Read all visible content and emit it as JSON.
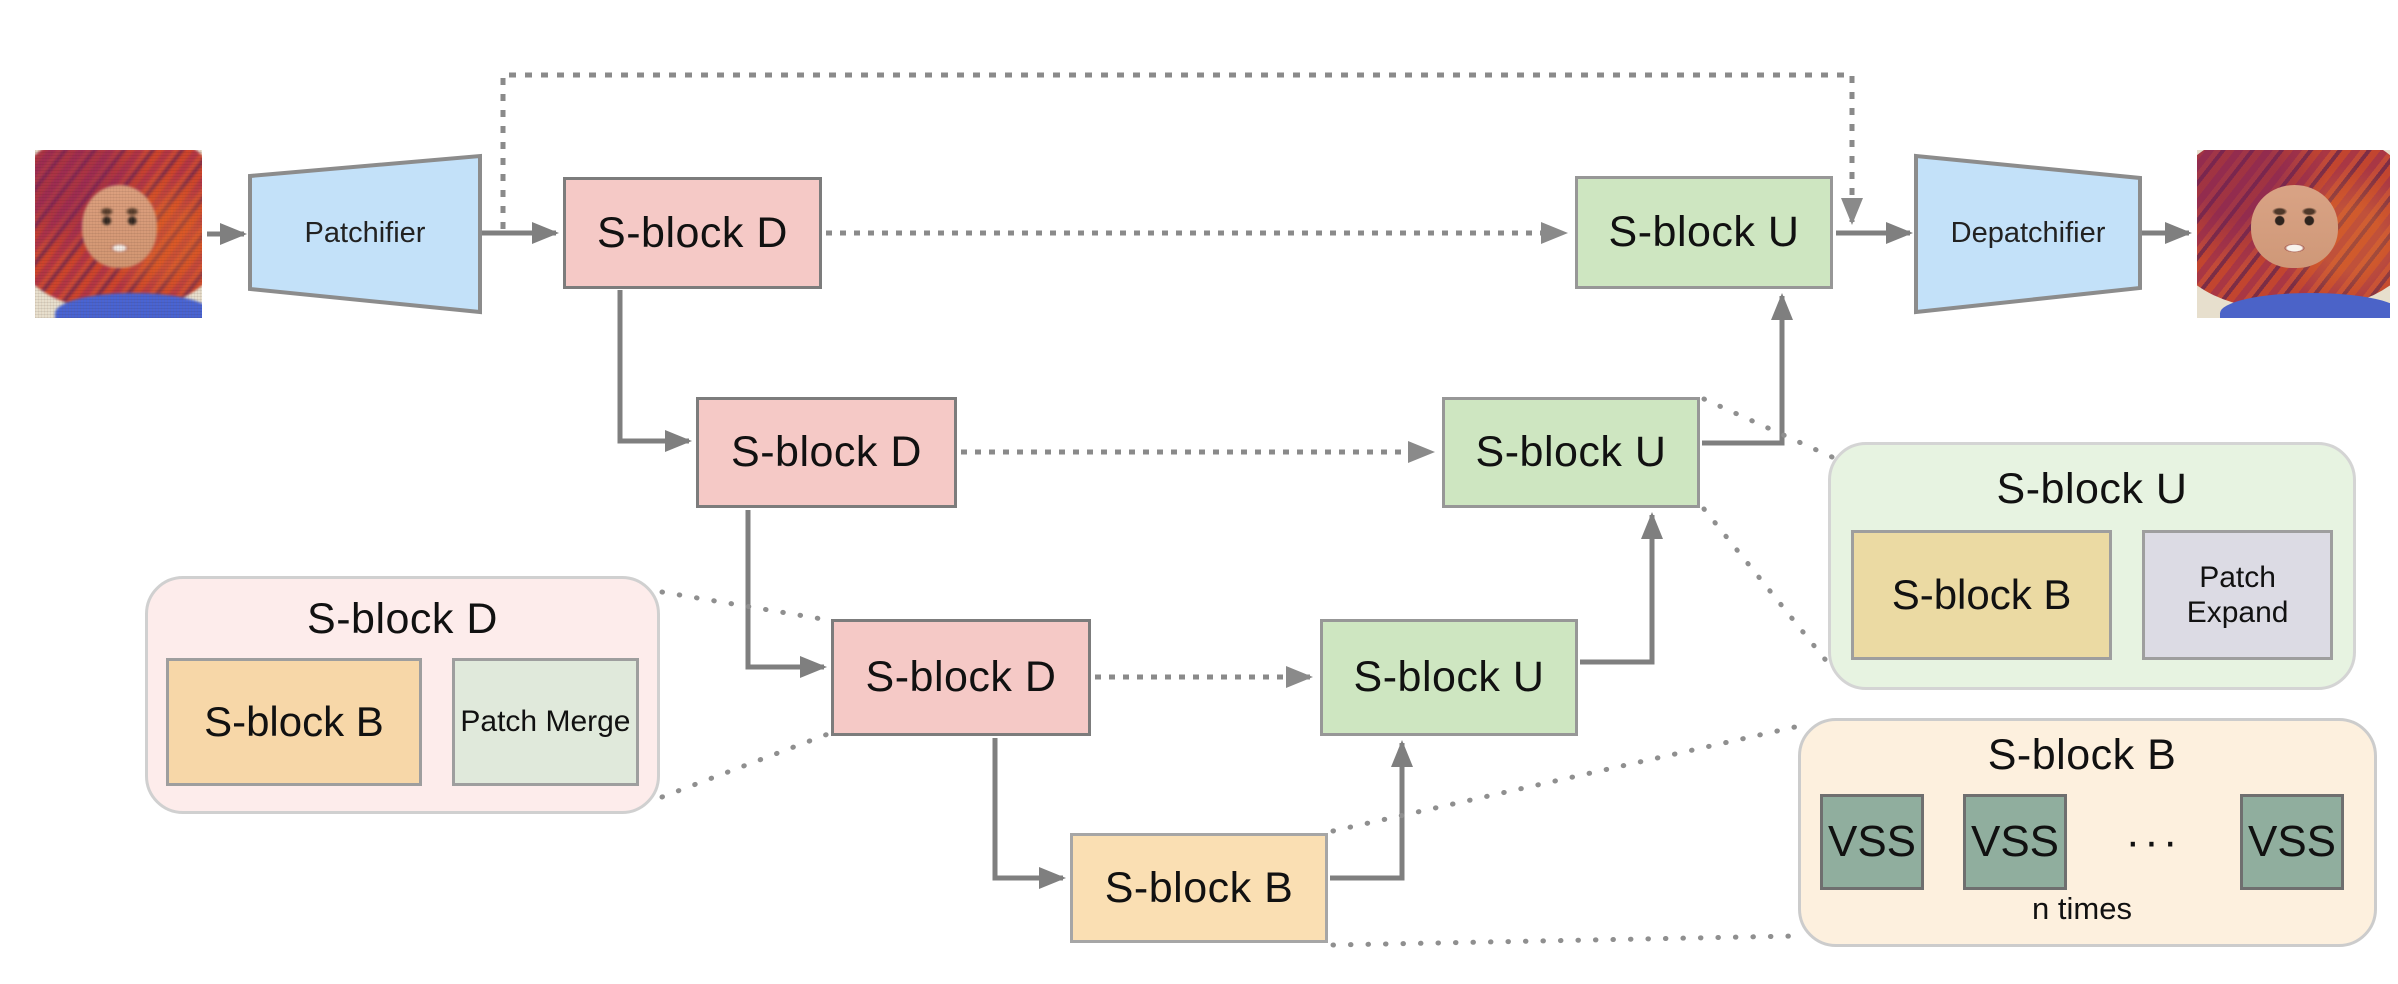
{
  "blocks": {
    "patchifier": "Patchifier",
    "depatchifier": "Depatchifier",
    "encoder_d1": "S-block D",
    "encoder_d2": "S-block D",
    "encoder_d3": "S-block D",
    "decoder_u1": "S-block U",
    "decoder_u2": "S-block U",
    "decoder_u3": "S-block U",
    "bottleneck_b": "S-block B"
  },
  "legends": {
    "d": {
      "title": "S-block D",
      "item1": "S-block B",
      "item2": "Patch Merge"
    },
    "u": {
      "title": "S-block U",
      "item1": "S-block B",
      "item2": "Patch Expand"
    },
    "b": {
      "title": "S-block B",
      "vss1": "VSS",
      "vss2": "VSS",
      "vss3": "VSS",
      "ellipsis": "···",
      "note": "n times"
    }
  },
  "colors": {
    "d_block": "#f5c9c6",
    "u_block": "#cee6c1",
    "b_block": "#fadfb3",
    "patchifier_fill": "#c3e1f9",
    "arrow": "#7f7f7f",
    "skip_line": "#8a8a8a",
    "legend_d_bg": "#fdeceb",
    "legend_u_bg": "#e7f3e1",
    "legend_b_bg": "#fdf0de",
    "vss_fill": "#90ae9e"
  }
}
